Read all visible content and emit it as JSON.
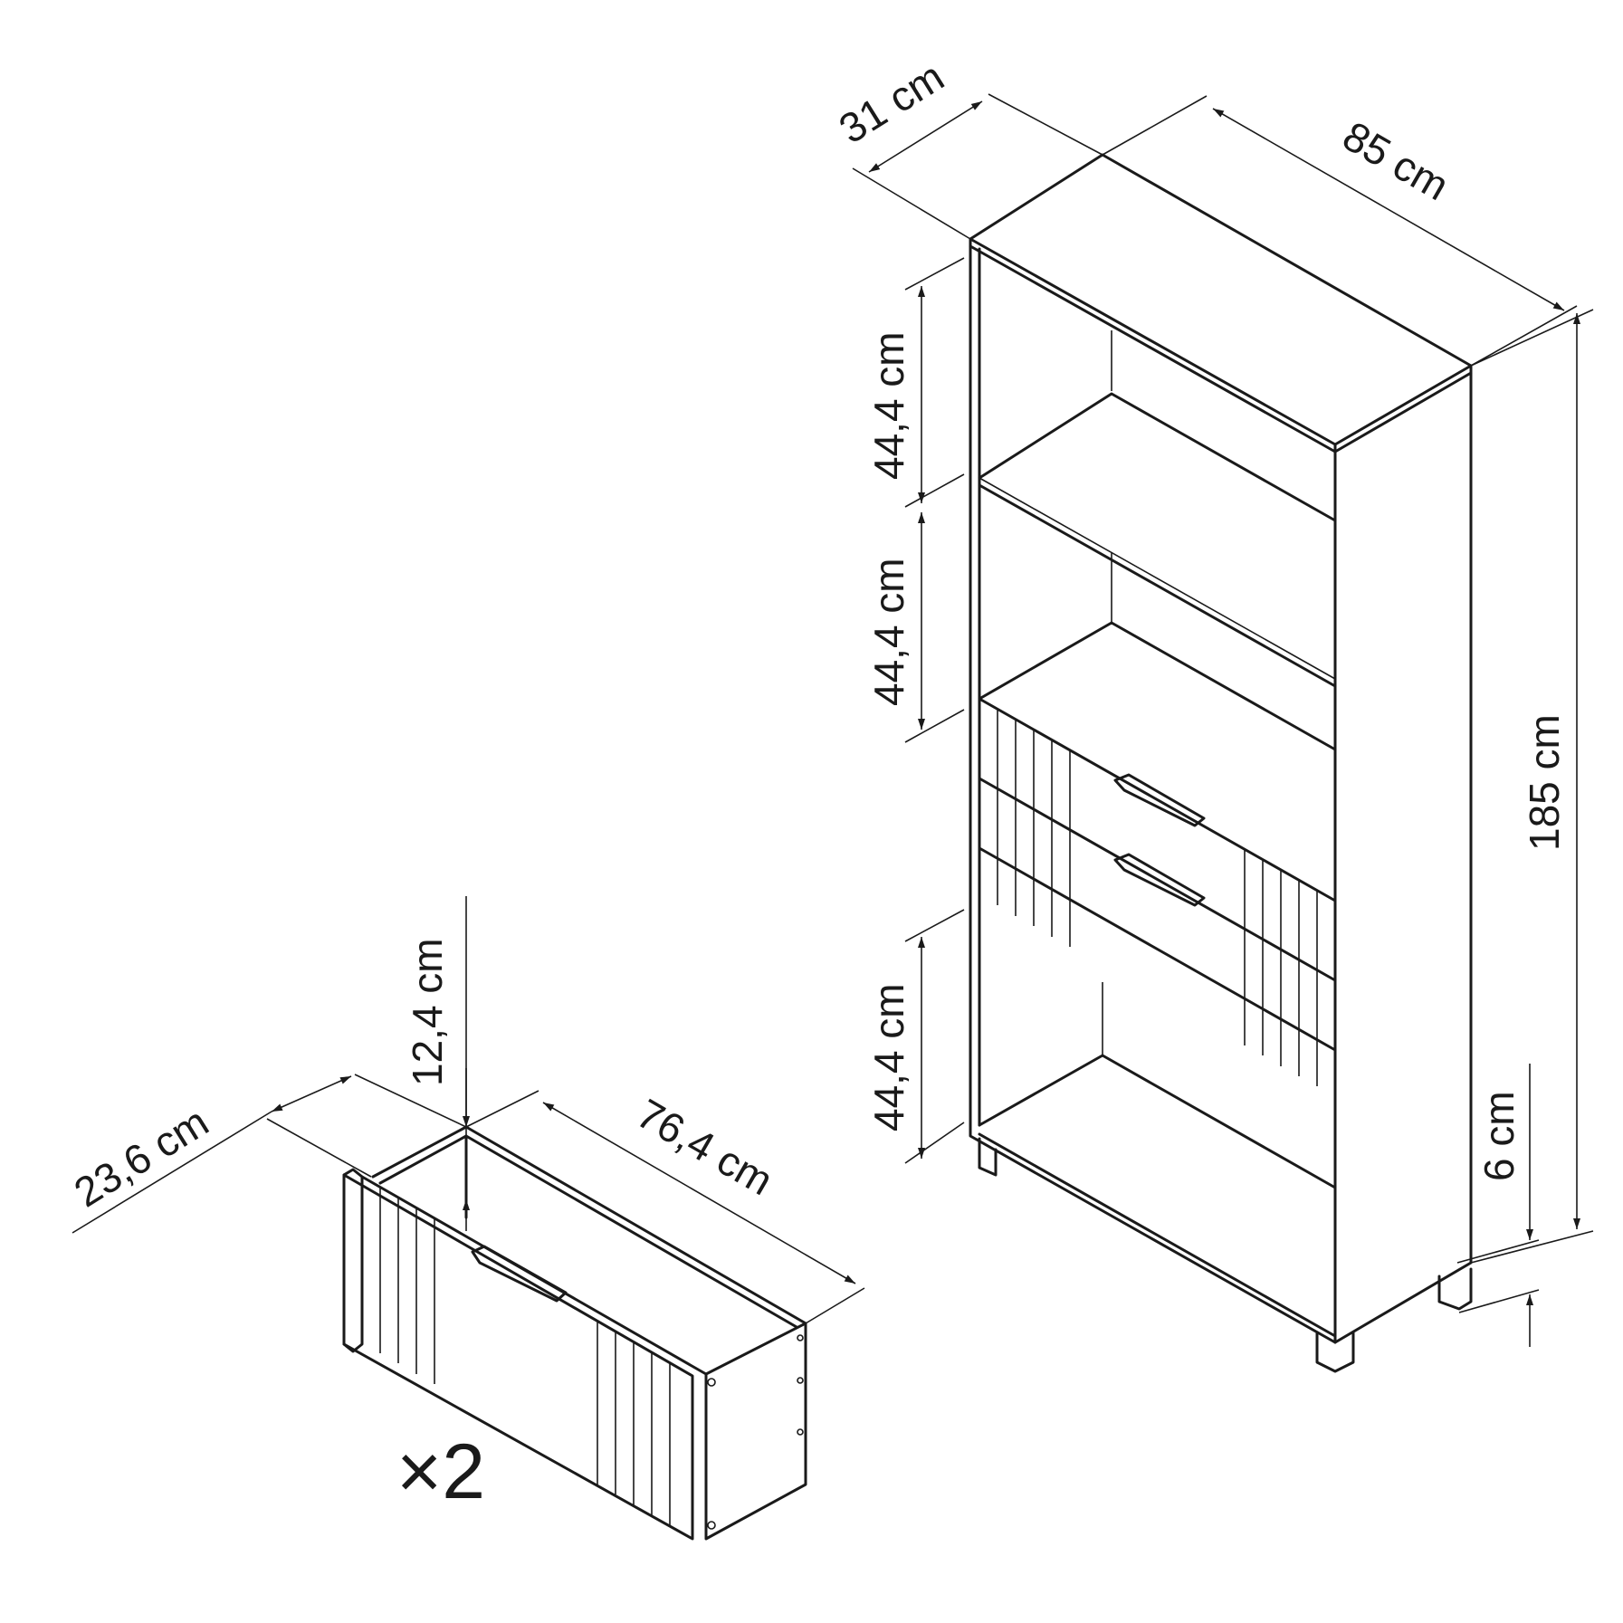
{
  "cabinet": {
    "depth_label": "31 cm",
    "width_label": "85 cm",
    "height_label": "185 cm",
    "compartment_top_label": "44,4 cm",
    "compartment_middle_label": "44,4 cm",
    "compartment_bottom_label": "44,4 cm",
    "leg_height_label": "6 cm"
  },
  "drawer": {
    "depth_label": "23,6 cm",
    "height_label": "12,4 cm",
    "width_label": "76,4 cm",
    "quantity_label": "×2"
  }
}
